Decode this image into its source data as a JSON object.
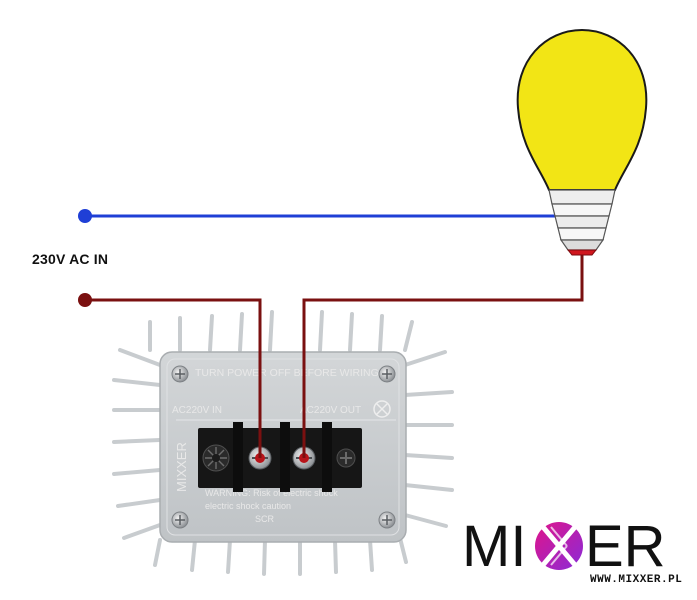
{
  "labels": {
    "input_voltage": "230V AC IN",
    "website": "WWW.MIXXER.PL"
  },
  "module": {
    "warning_top": "TURN POWER OFF BEFORE WIRING",
    "input_marking": "AC220V IN",
    "output_marking": "AC220V OUT",
    "side_brand": "MIXXER",
    "warning_bottom_line1": "WARNING: Risk of electric shock",
    "warning_bottom_line2": "electric shock caution",
    "bottom_code": "SCR"
  },
  "logo": {
    "prefix": "MI",
    "suffix": "ER"
  },
  "colors": {
    "neutral_wire": "#1f3fd6",
    "live_wire": "#7a1010",
    "bulb_glass": "#f2e515",
    "bulb_glass_outline": "#1a1a1a",
    "bulb_tip": "#d0161e",
    "logo_text": "#111111",
    "logo_x_gradient_start": "#e0148a",
    "logo_x_gradient_end": "#8a2bd8",
    "heatsink": "#c7cbce"
  },
  "icons": {
    "bulb": "light-bulb-icon",
    "lamp_symbol": "lamp-symbol-icon",
    "screw": "screw-icon"
  }
}
